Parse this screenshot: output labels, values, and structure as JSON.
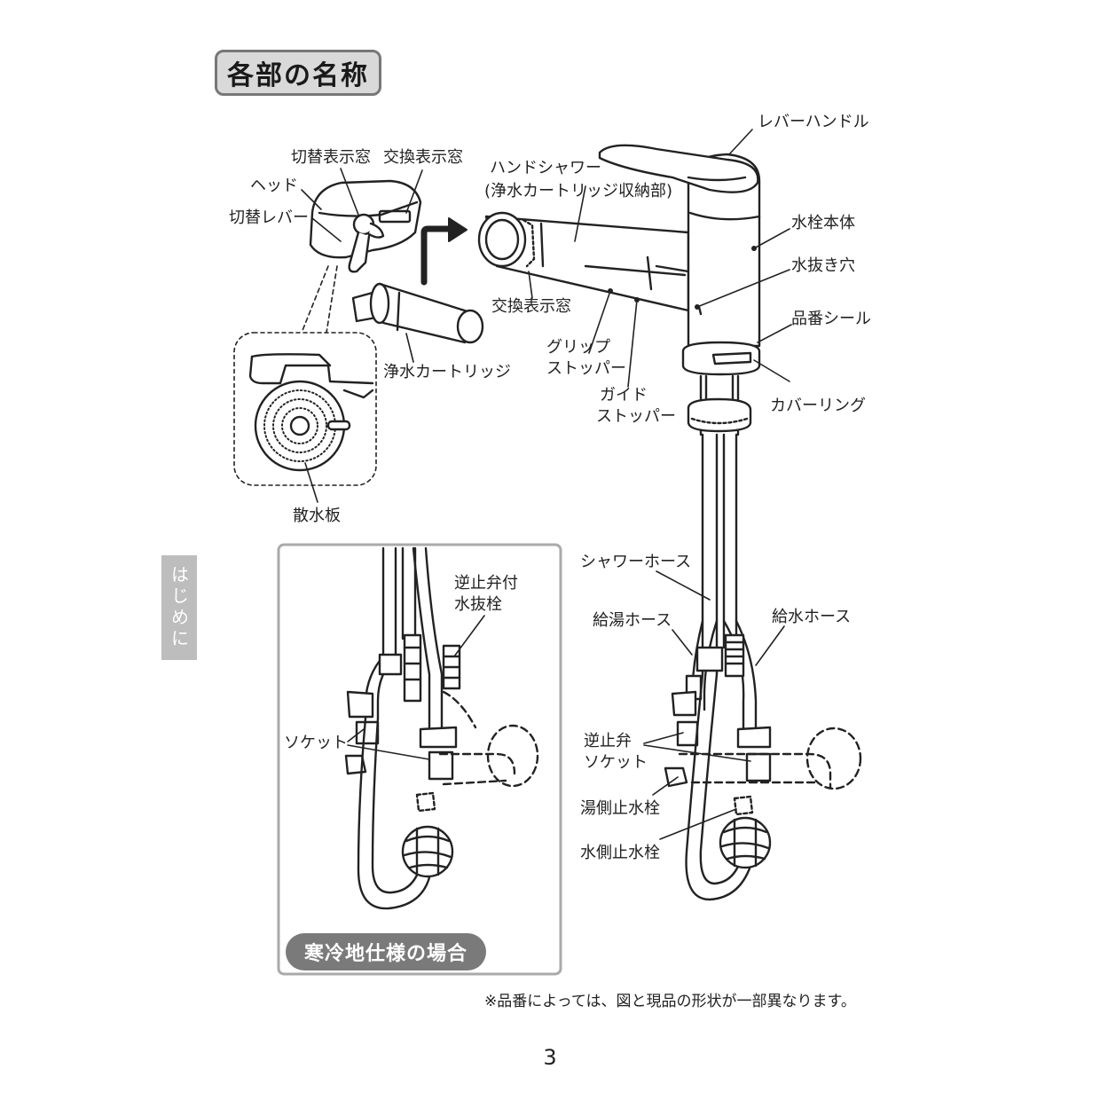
{
  "page": {
    "title": "各部の名称",
    "side_tab": "はじめに",
    "cold_region_badge": "寒冷地仕様の場合",
    "footnote": "※品番によっては、図と現品の形状が一部異なります。",
    "page_number": "3"
  },
  "labels": {
    "switch_window": "切替表示窓",
    "exchange_window_head": "交換表示窓",
    "head": "ヘッド",
    "switch_lever": "切替レバー",
    "hand_shower": "ハンドシャワー",
    "hand_shower_note": "(浄水カートリッジ収納部)",
    "exchange_window_shower": "交換表示窓",
    "cartridge": "浄水カートリッジ",
    "spray_plate": "散水板",
    "lever_handle": "レバーハンドル",
    "faucet_body": "水栓本体",
    "drain_hole": "水抜き穴",
    "part_seal": "品番シール",
    "cover_ring": "カバーリング",
    "grip_stopper_1": "グリップ",
    "grip_stopper_2": "ストッパー",
    "guide_stopper_1": "ガイド",
    "guide_stopper_2": "ストッパー",
    "shower_hose": "シャワーホース",
    "hot_hose": "給湯ホース",
    "cold_hose": "給水ホース",
    "check_valve_socket_1": "逆止弁",
    "check_valve_socket_2": "ソケット",
    "hot_stop_valve": "湯側止水栓",
    "cold_stop_valve": "水側止水栓",
    "check_drain_plug_1": "逆止弁付",
    "check_drain_plug_2": "水抜栓",
    "socket": "ソケット"
  },
  "colors": {
    "line": "#222222",
    "title_bg": "#d9d9d9",
    "badge_bg": "#7a7a7a",
    "tab_bg": "#bdbdbd"
  }
}
